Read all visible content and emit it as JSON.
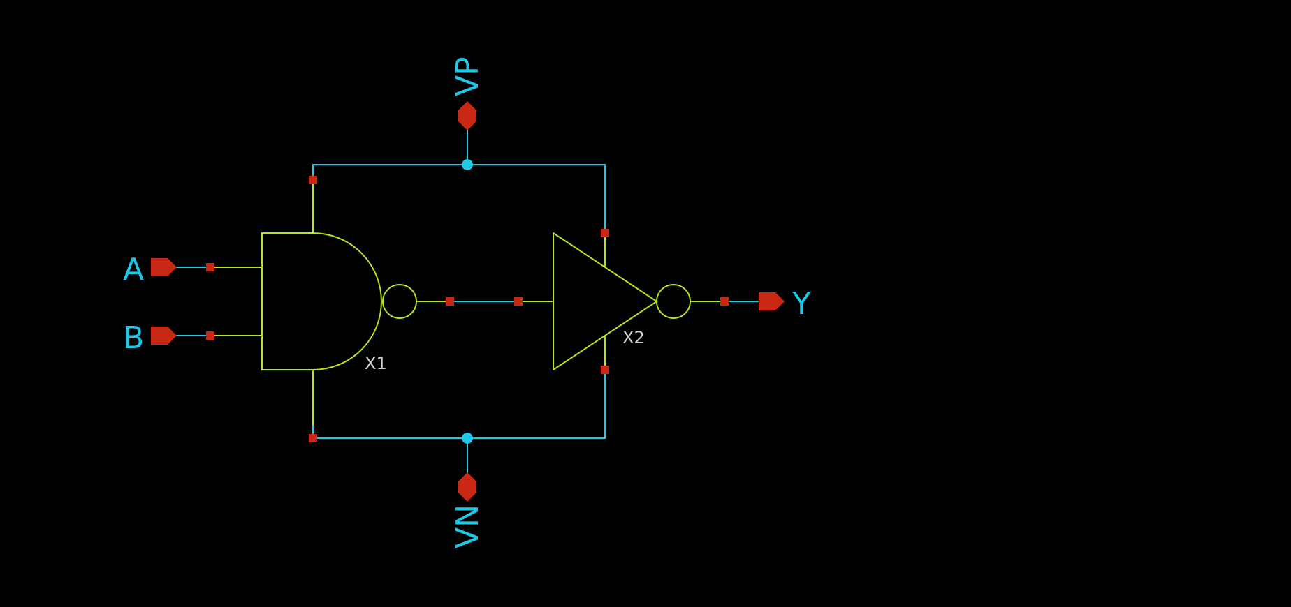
{
  "colors": {
    "background": "#000000",
    "wire": "#1ec8e6",
    "symbol": "#b4e61e",
    "pin_marker": "#c82814",
    "pin_label": "#1ec8e6",
    "instance_label": "#d2d2d2"
  },
  "pins": {
    "a": "A",
    "b": "B",
    "y": "Y",
    "vp": "VP",
    "vn": "VN"
  },
  "instances": {
    "x1": "X1",
    "x2": "X2"
  },
  "symbols": {
    "x1": "nand2-gate",
    "x2": "inverter"
  }
}
